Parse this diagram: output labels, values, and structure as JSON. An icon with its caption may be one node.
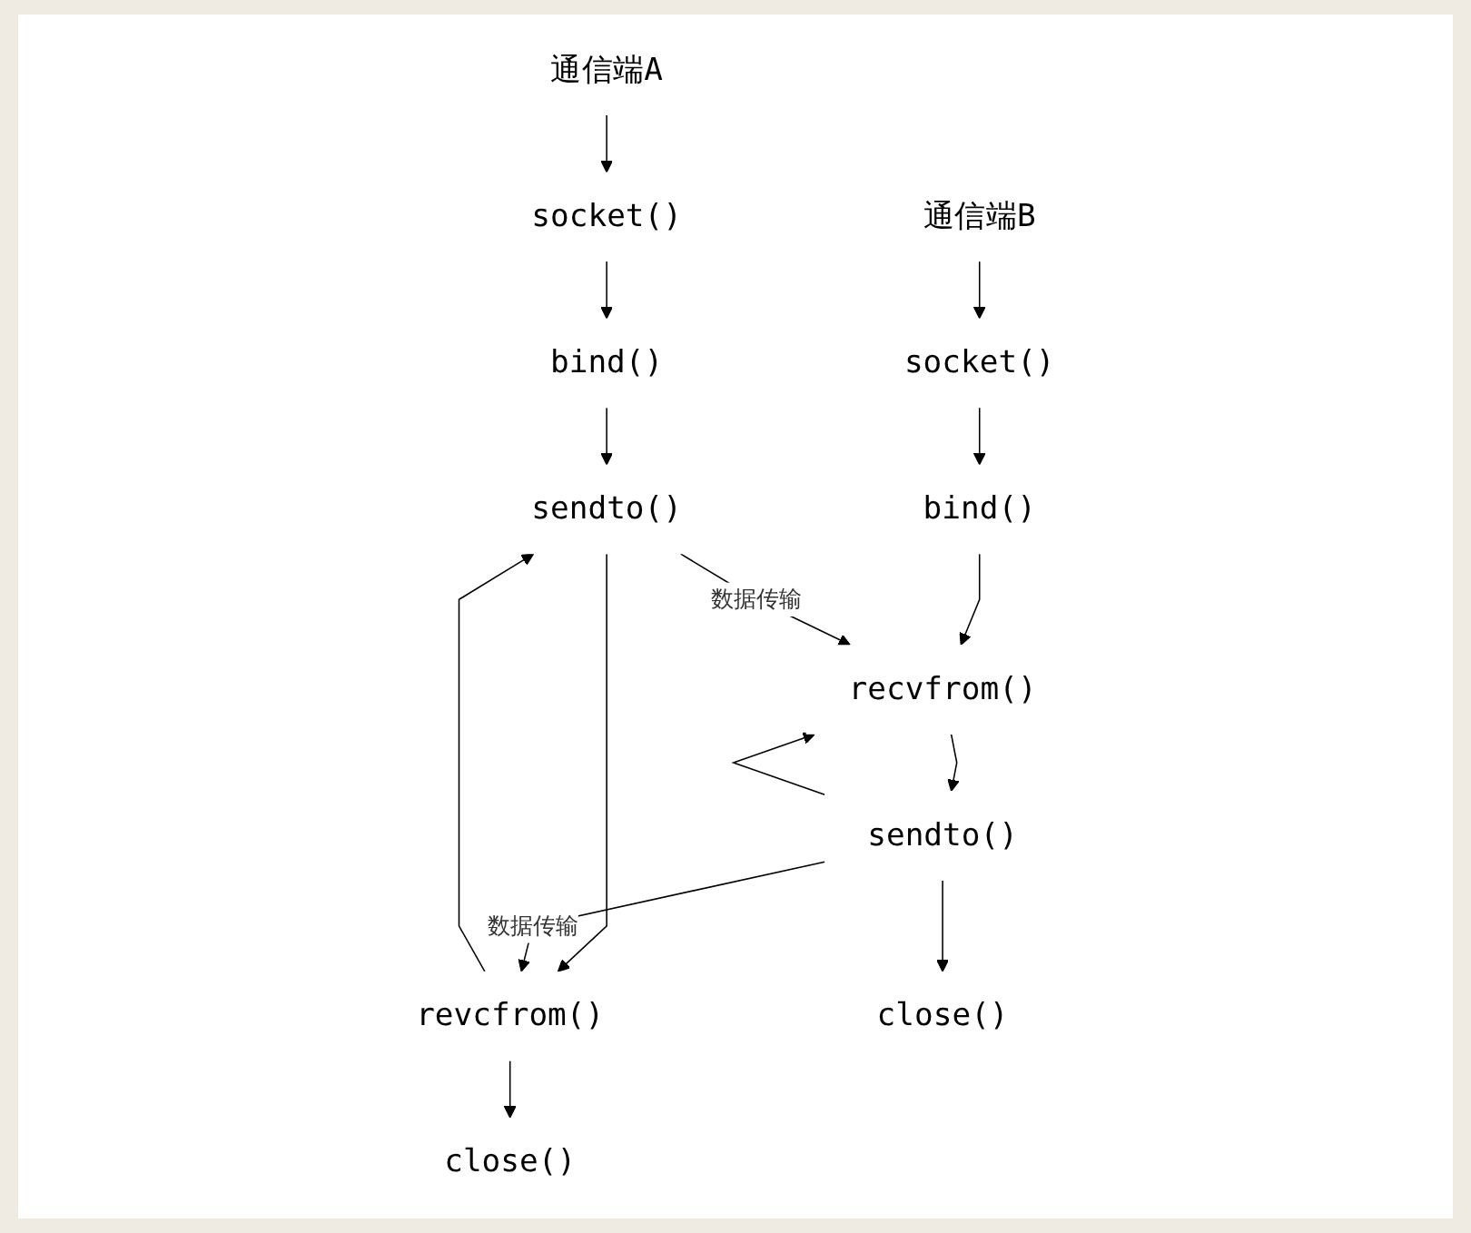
{
  "diagram": {
    "nodes": [
      {
        "text": [
          "通信端A"
        ]
      },
      {
        "text": [
          "socket()"
        ]
      },
      {
        "text": [
          "bind()"
        ]
      },
      {
        "text": [
          "sendto()"
        ]
      },
      {
        "text": [
          "revcfrom()"
        ]
      },
      {
        "text": [
          "close()"
        ]
      },
      {
        "text": [
          "通信端B"
        ]
      },
      {
        "text": [
          "socket()"
        ]
      },
      {
        "text": [
          "bind()"
        ]
      },
      {
        "text": [
          "recvfrom()"
        ]
      },
      {
        "text": [
          "sendto()"
        ]
      },
      {
        "text": [
          "close()"
        ]
      }
    ],
    "edges": [
      {
        "from": 0,
        "to": 1,
        "arrow": "to"
      },
      {
        "from": 1,
        "to": 2,
        "arrow": "to"
      },
      {
        "from": 2,
        "to": 3,
        "arrow": "to"
      },
      {
        "from": 3,
        "to": 4,
        "arrow": "to"
      },
      {
        "from": 4,
        "to": 5,
        "arrow": "to"
      },
      {
        "from": 4,
        "to": 3,
        "arrow": "to"
      },
      {
        "from": 6,
        "to": 7,
        "arrow": "to"
      },
      {
        "from": 7,
        "to": 8,
        "arrow": "to"
      },
      {
        "from": 8,
        "to": 9,
        "arrow": "to"
      },
      {
        "from": 9,
        "to": 10,
        "arrow": "to"
      },
      {
        "from": 10,
        "to": 11,
        "arrow": "to"
      },
      {
        "from": 10,
        "to": 9,
        "arrow": "to"
      },
      {
        "from": 3,
        "to": 9,
        "label": "数据传输",
        "arrow": "to"
      },
      {
        "from": 10,
        "to": 4,
        "label": "数据传输",
        "arrow": "to"
      }
    ]
  }
}
